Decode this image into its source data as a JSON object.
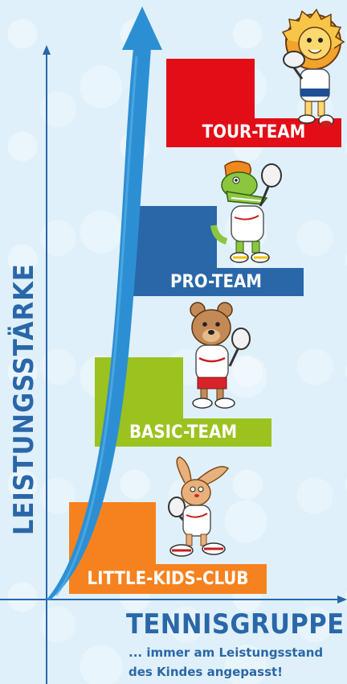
{
  "y_axis_label": "LEISTUNGSSTÄRKE",
  "x_axis_label": "TENNISGRUPPE",
  "tagline_line1": "... immer am Leistungsstand",
  "tagline_line2": "des Kindes angepasst!",
  "steps": [
    {
      "label": "LITTLE-KIDS-CLUB",
      "color": "#f5821f",
      "mascot": "rabbit-mascot-icon"
    },
    {
      "label": "BASIC-TEAM",
      "color": "#9cc21f",
      "mascot": "bear-mascot-icon"
    },
    {
      "label": "PRO-TEAM",
      "color": "#2a67a8",
      "mascot": "crocodile-mascot-icon"
    },
    {
      "label": "TOUR-TEAM",
      "color": "#e30d17",
      "mascot": "lion-mascot-icon"
    }
  ],
  "colors": {
    "axis": "#2a67a8",
    "arrow": "#2c8fd3",
    "background": "#dff0fa"
  }
}
